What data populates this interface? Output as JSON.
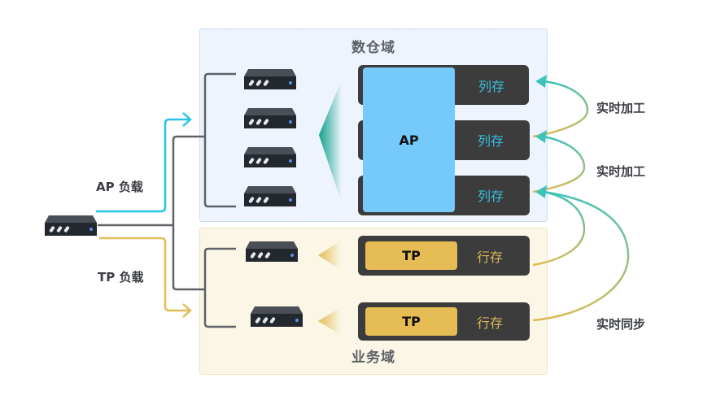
{
  "zones": {
    "data_warehouse": {
      "title": "数仓域"
    },
    "business": {
      "title": "业务域"
    }
  },
  "load_labels": {
    "ap": "AP 负载",
    "tp": "TP 负载"
  },
  "ap_engine": {
    "label": "AP",
    "columns": [
      "列存",
      "列存",
      "列存"
    ]
  },
  "tp_engines": [
    {
      "label": "TP",
      "storage": "行存"
    },
    {
      "label": "TP",
      "storage": "行存"
    }
  ],
  "flow_labels": {
    "process_1": "实时加工",
    "process_2": "实时加工",
    "sync": "实时同步"
  },
  "colors": {
    "ap": "#27c3e8",
    "tp": "#e0bd58",
    "line": "#5f6368",
    "arrow": "#3ec3b9"
  }
}
